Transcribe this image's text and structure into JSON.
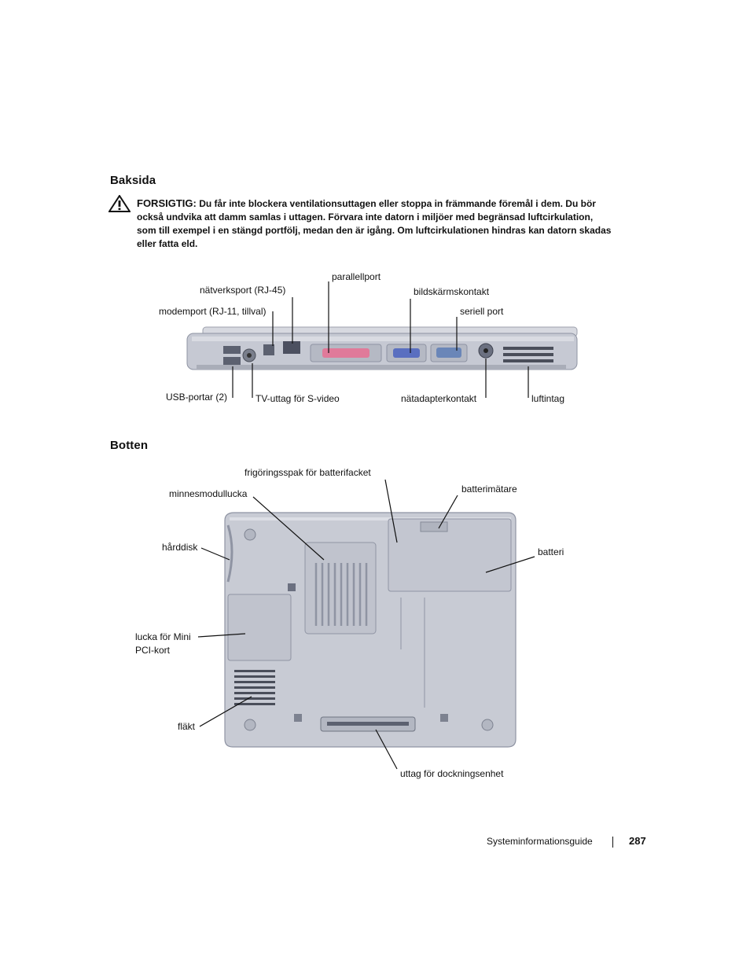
{
  "sections": {
    "back": {
      "heading": "Baksida",
      "caution_label": "FORSIGTIG:",
      "caution_text": "Du får inte blockera ventilationsuttagen eller stoppa in främmande föremål i dem. Du bör också undvika att damm samlas i uttagen. Förvara inte datorn i miljöer med begränsad luftcirkulation, som till exempel i en stängd portfölj, medan den är igång. Om luftcirkulationen hindras kan datorn skadas eller fatta eld."
    },
    "bottom": {
      "heading": "Botten"
    }
  },
  "back_labels": {
    "parallel": "parallellport",
    "network": "nätverksport (RJ-45)",
    "display": "bildskärmskontakt",
    "modem": "modemport (RJ-11, tillval)",
    "serial": "seriell port",
    "usb": "USB-portar (2)",
    "tv": "TV-uttag för S-video",
    "ac": "nätadapterkontakt",
    "intake": "luftintag"
  },
  "bottom_labels": {
    "battery_release": "frigöringsspak för batterifacket",
    "battery_gauge": "batterimätare",
    "memory_cover": "minnesmodullucka",
    "hard_drive": "hårddisk",
    "battery": "batteri",
    "minipci_line1": "lucka för Mini",
    "minipci_line2": "PCI-kort",
    "fan": "fläkt",
    "docking": "uttag för dockningsenhet"
  },
  "footer": {
    "title": "Systeminformationsguide",
    "page_number": "287"
  },
  "colors": {
    "chassis": "#c5c8d2",
    "chassis_dark": "#8f94a3",
    "parallel_port": "#e07a9a",
    "vga_port": "#5a6fc0",
    "serial_port": "#6a86b8"
  }
}
